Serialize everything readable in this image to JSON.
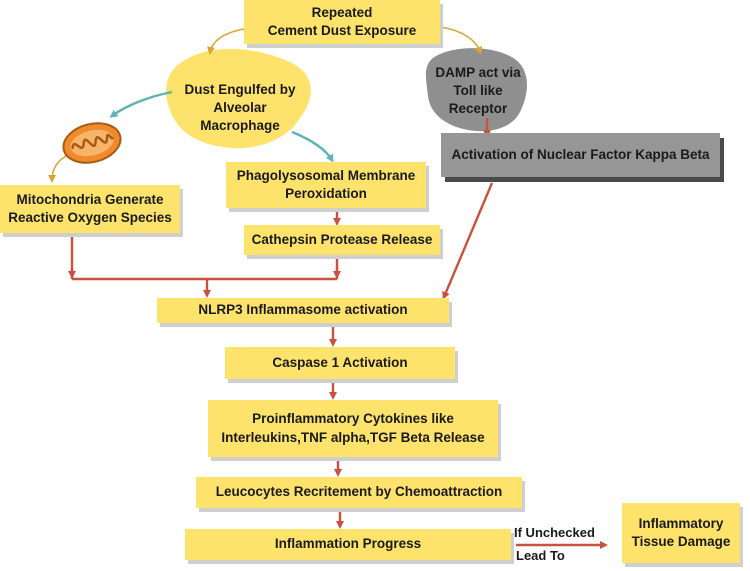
{
  "nodes": {
    "exposure": "Repeated\nCement Dust Exposure",
    "macrophage": "Dust Engulfed by\nAlveolar\nMacrophage",
    "damp": "DAMP act via\nToll like\nReceptor",
    "nfkb": "Activation of Nuclear Factor Kappa Beta",
    "mito": "Mitochondria Generate\nReactive Oxygen Species",
    "phago": "Phagolysosomal Membrane\nPeroxidation",
    "cathepsin": "Cathepsin Protease Release",
    "nlrp3": "NLRP3 Inflammasome activation",
    "caspase": "Caspase 1 Activation",
    "cytokines": "Proinflammatory Cytokines like\nInterleukins,TNF alpha,TGF Beta Release",
    "leucocytes": "Leucocytes Recritement by Chemoattraction",
    "progress": "Inflammation Progress",
    "damage": "Inflammatory\nTissue Damage"
  },
  "edge_labels": {
    "if_unchecked": "If Unchecked",
    "lead_to": "Lead To"
  },
  "colors": {
    "box": "#fde26c",
    "blob": "#fde26c",
    "damp_blob": "#8f8f8f",
    "nfkb_box": "#969696",
    "arrow_red": "#c8523d",
    "arrow_teal": "#5fb3b3",
    "arrow_gold": "#d9a536",
    "mitochondria": "#f08a2c"
  },
  "icons": [
    "mitochondria-icon"
  ]
}
